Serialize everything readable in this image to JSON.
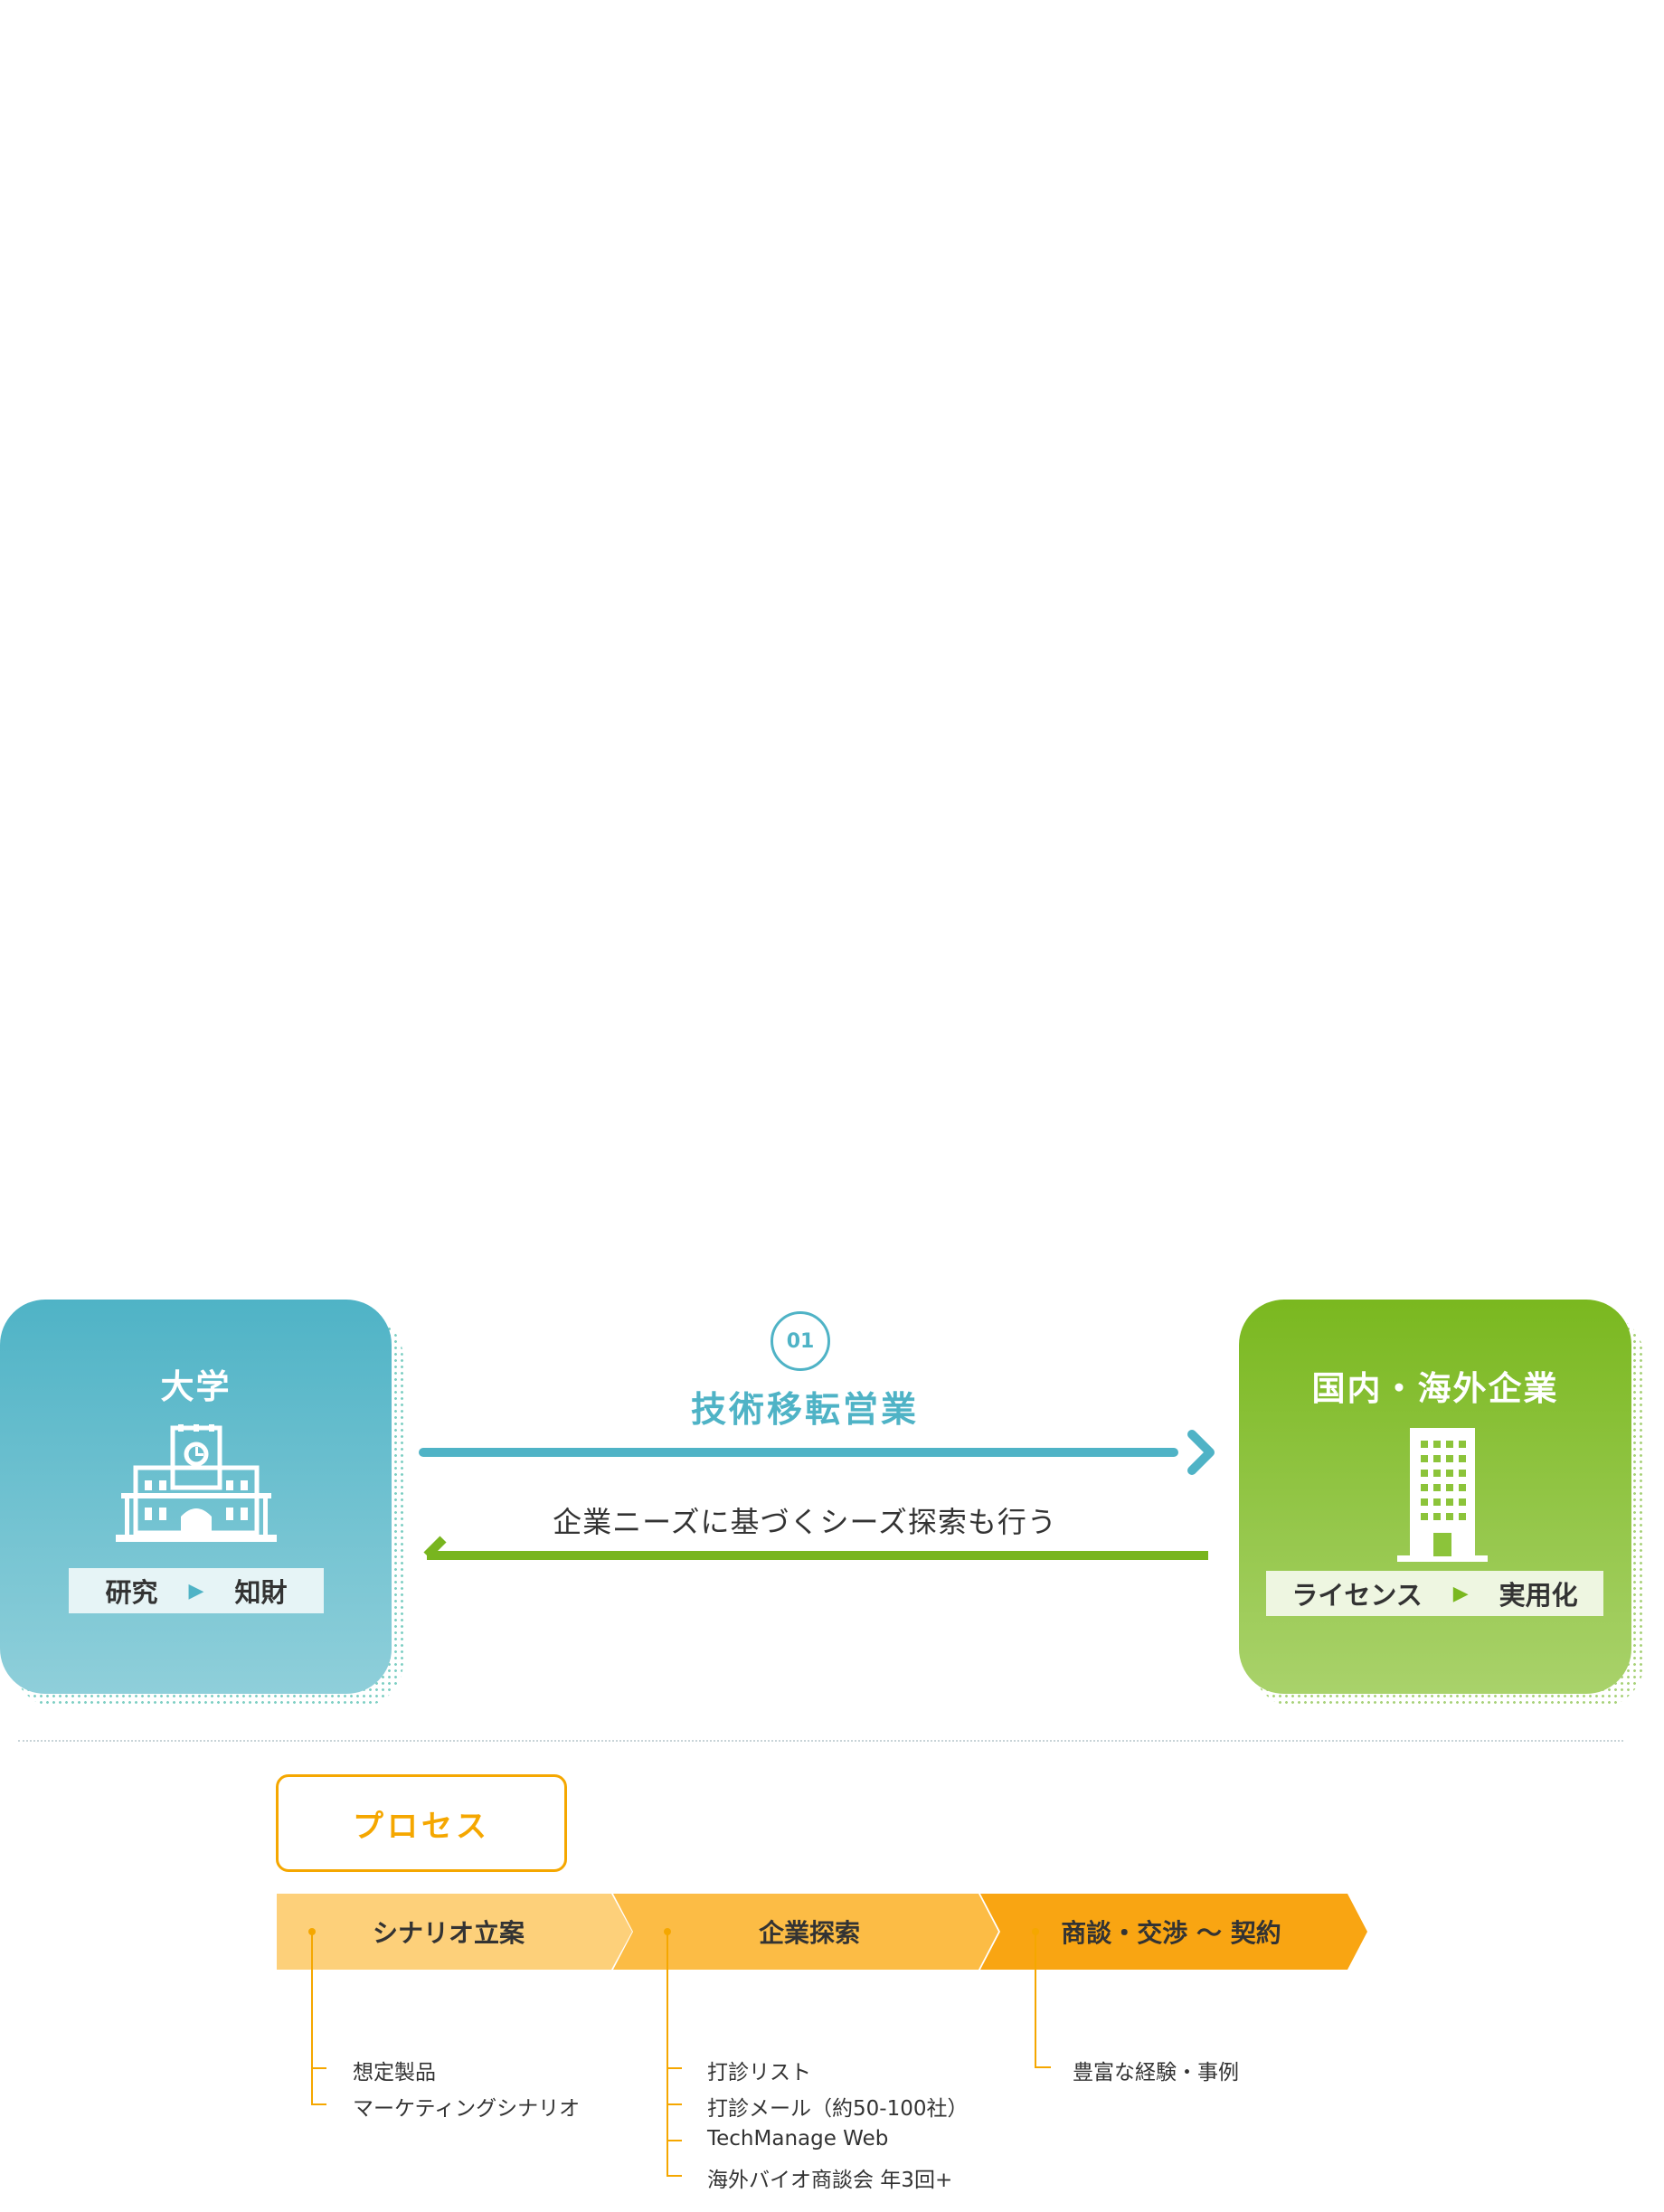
{
  "university": {
    "title": "大学",
    "step_from": "研究",
    "step_to": "知財"
  },
  "company": {
    "title": "国内・海外企業",
    "step_from": "ライセンス",
    "step_to": "実用化"
  },
  "flow": {
    "badge": "01",
    "main_label": "技術移転営業",
    "return_label": "企業ニーズに基づくシーズ探索も行う"
  },
  "process": {
    "title": "プロセス",
    "steps": [
      {
        "label": "シナリオ立案",
        "items": [
          "想定製品",
          "マーケティングシナリオ"
        ]
      },
      {
        "label": "企業探索",
        "items": [
          "打診リスト",
          "打診メール（約50-100社）",
          "TechManage Web",
          "海外バイオ商談会 年3回+"
        ]
      },
      {
        "label": "商談・交渉 〜 契約",
        "items": [
          "豊富な経験・事例"
        ]
      }
    ]
  },
  "colors": {
    "university": "#4fb3c6",
    "company": "#7ab81f",
    "process_accent": "#f5a700",
    "step1": "#fdd07a",
    "step2": "#fcbc45",
    "step3": "#f9a512"
  },
  "icons": {
    "university": "university-building-icon",
    "company": "office-building-icon"
  }
}
